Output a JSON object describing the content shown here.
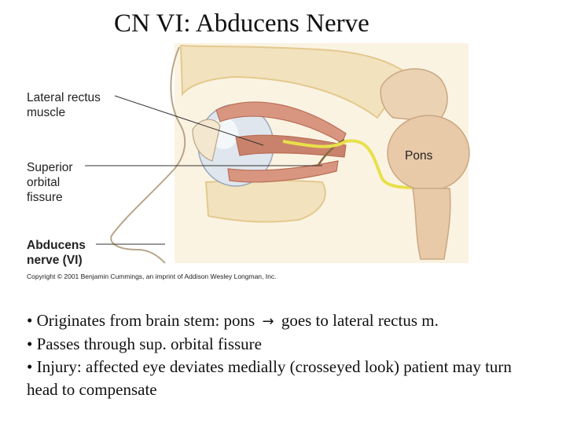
{
  "slide": {
    "title": "CN VI: Abducens Nerve"
  },
  "figure": {
    "labels": {
      "lateral_rectus": "Lateral rectus\nmuscle",
      "superior_orbital_fissure": "Superior\norbital\nfissure",
      "abducens_nerve": "Abducens\nnerve (VI)",
      "pons": "Pons"
    },
    "copyright": "Copyright © 2001 Benjamin Cummings, an imprint of Addison Wesley Longman, Inc.",
    "colors": {
      "bone": "#f2e2bd",
      "bone_shadow": "#e3c98f",
      "skin_line": "#b8a58a",
      "muscle": "#d89680",
      "muscle_dark": "#b96e57",
      "eye": "#dfe6ee",
      "nerve": "#e8e04a",
      "brainstem": "#e8c9a8",
      "leader_line": "#333333"
    }
  },
  "bullets": {
    "b1_before_arrow": "• Originates from brain stem: pons",
    "arrow_icon": "right-arrow-icon",
    "b1_after_arrow": "goes to lateral rectus m.",
    "b2": "• Passes through sup. orbital fissure",
    "b3": "• Injury: affected eye deviates medially (crosseyed look) patient may turn head to compensate"
  }
}
